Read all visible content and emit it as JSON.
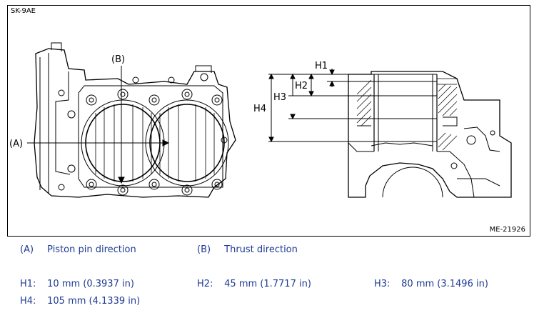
{
  "figure": {
    "id": "SK-9AE",
    "ref": "ME-21926",
    "labels": {
      "a": "(A)",
      "b": "(B)",
      "h1": "H1",
      "h2": "H2",
      "h3": "H3",
      "h4": "H4"
    }
  },
  "legend": {
    "a_key": "(A)",
    "a_text": "Piston pin direction",
    "b_key": "(B)",
    "b_text": "Thrust direction"
  },
  "measurements": [
    {
      "key": "H1:",
      "value": "10 mm (0.3937 in)"
    },
    {
      "key": "H2:",
      "value": "45 mm (1.7717 in)"
    },
    {
      "key": "H3:",
      "value": "80 mm (3.1496 in)"
    },
    {
      "key": "H4:",
      "value": "105 mm (4.1339 in)"
    }
  ],
  "colors": {
    "legend_text": "#1f3a93",
    "line": "#000000"
  }
}
